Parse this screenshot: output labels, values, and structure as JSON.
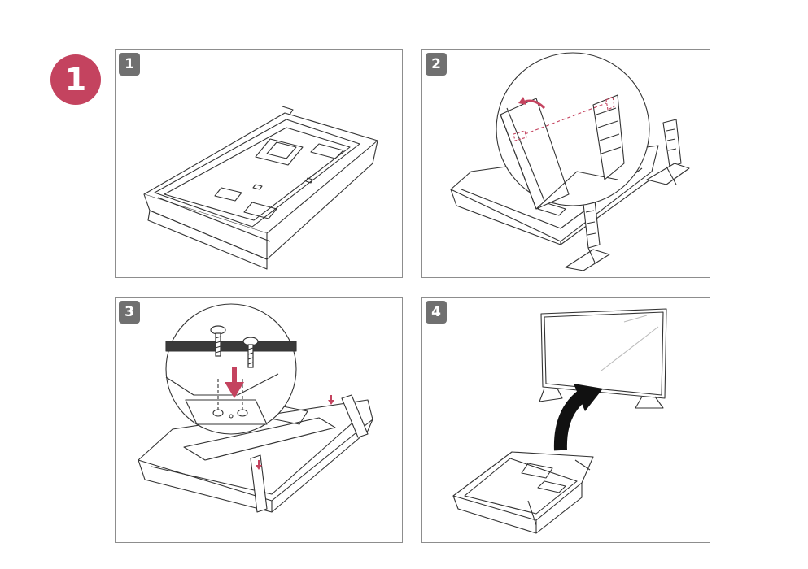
{
  "main_step": {
    "number": "1"
  },
  "panels": [
    {
      "number": "1"
    },
    {
      "number": "2"
    },
    {
      "number": "3"
    },
    {
      "number": "4"
    }
  ],
  "colors": {
    "accent": "#c4435f",
    "badge": "#707070",
    "line": "#333333",
    "arrow": "#111111"
  }
}
